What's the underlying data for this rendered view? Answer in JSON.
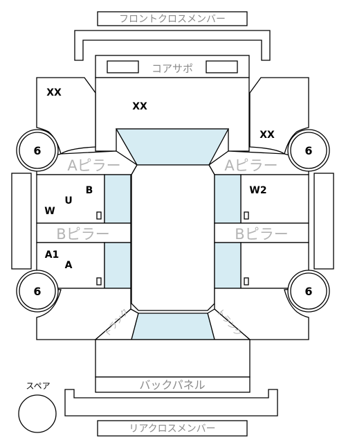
{
  "labels": {
    "front_cross_member": "フロントクロスメンバー",
    "core_support": "コアサポ",
    "a_pillar": "Aピラー",
    "b_pillar": "Bピラー",
    "back_panel": "バックパネル",
    "rear_cross_member": "リアクロスメンバー",
    "spare": "スペア",
    "trunk": "トランク"
  },
  "codes": {
    "front_left_fender": "XX",
    "hood": "XX",
    "front_right_fender": "XX",
    "rear_left_door_upper": "B",
    "front_left_door_mid": "U",
    "front_left_door_low": "W",
    "front_right_door": "W2",
    "rear_left_door_a1": "A1",
    "rear_left_door_a": "A"
  },
  "tires": {
    "front_left": "6",
    "front_right": "6",
    "rear_left": "6",
    "rear_right": "6"
  }
}
